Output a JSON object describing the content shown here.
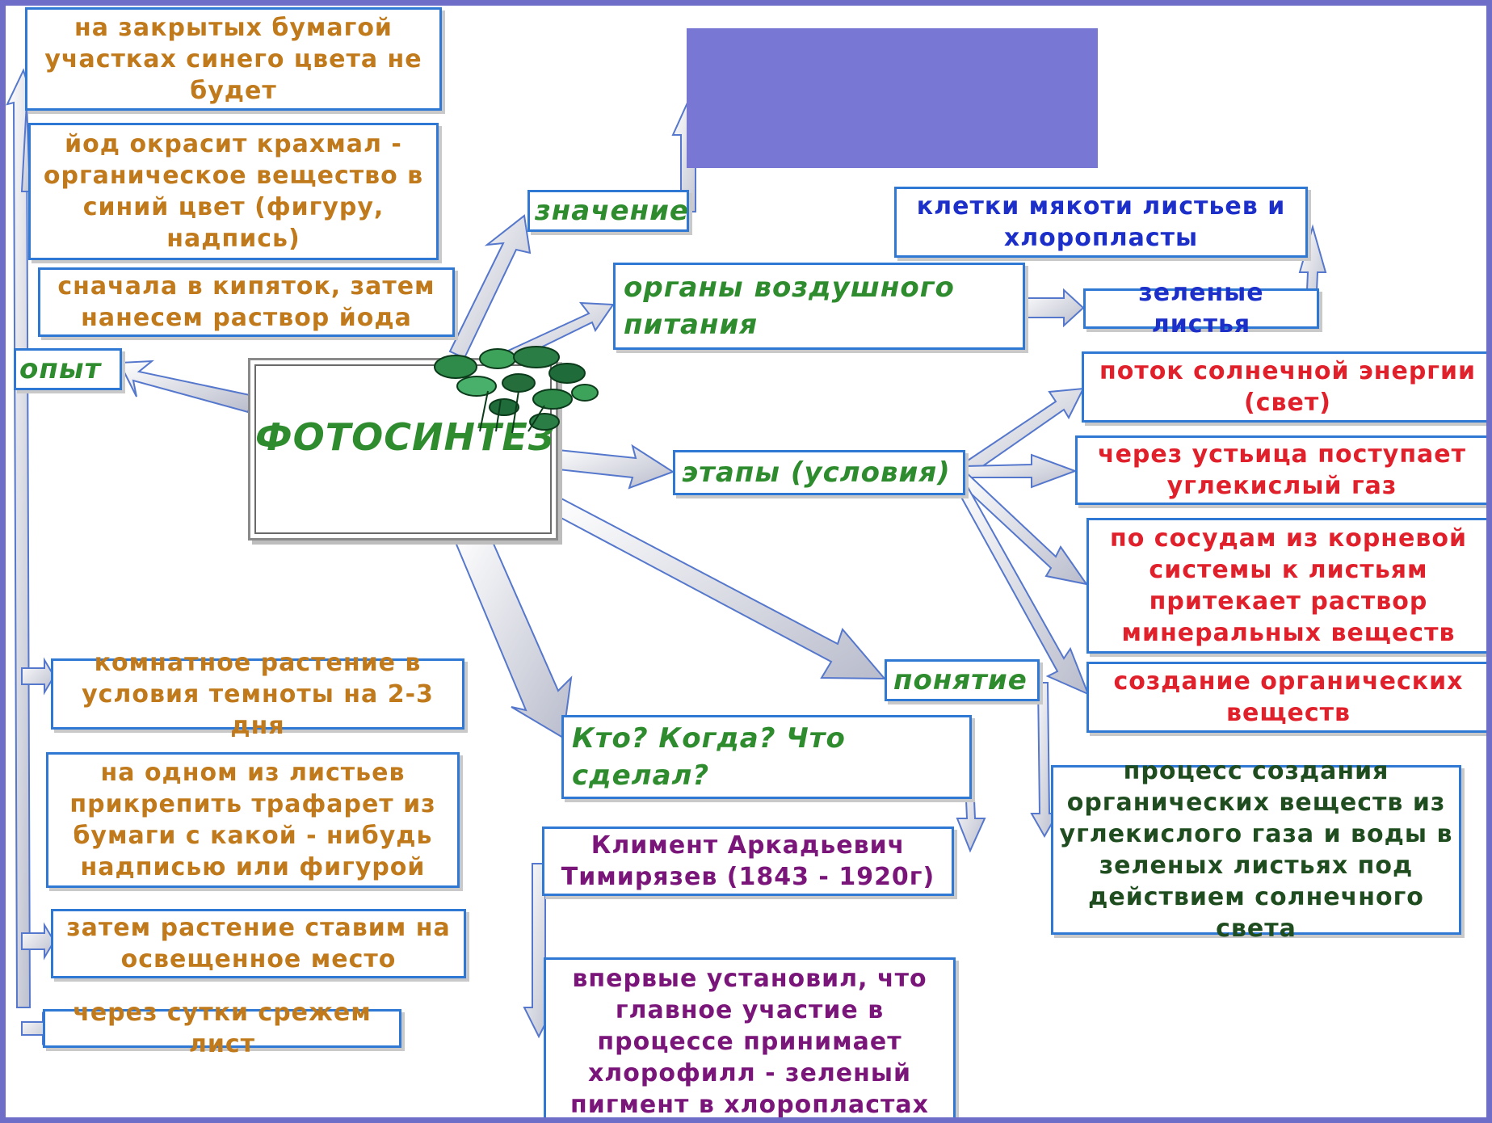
{
  "center": {
    "title": "ФОТОСИНТЕЗ"
  },
  "branches": {
    "opyt": "опыт",
    "znachenie": "значение",
    "organy": "органы воздушного питания",
    "etapy": "этапы (условия)",
    "ponyatie": "понятие",
    "kto": "Кто? Когда? Что сделал?"
  },
  "experiment_results": [
    "на закрытых бумагой участках синего цвета не будет",
    "йод окрасит крахмал - органическое вещество в синий цвет (фигуру, надпись)",
    "сначала в кипяток, затем нанесем раствор йода"
  ],
  "experiment_steps": [
    "комнатное растение в условия темноты на 2-3 дня",
    "на одном из листьев прикрепить трафарет из бумаги с какой - нибудь надписью или фигурой",
    "затем растение ставим на освещенное место",
    "через сутки срежем лист"
  ],
  "organs": {
    "cells": "клетки мякоти листьев и хлоропласты",
    "leaves": "зеленые листья"
  },
  "stages": [
    "поток солнечной энергии (свет)",
    "через устьица поступает углекислый газ",
    "по сосудам из корневой системы к листьям притекает раствор минеральных веществ",
    "создание органических веществ"
  ],
  "concept": "процесс создания органических веществ из углекислого газа и воды в зеленых листьях под действием солнечного света",
  "scientist": {
    "name": "Климент Аркадьевич Тимирязев (1843 - 1920г)",
    "discovery": "впервые установил, что главное участие в процессе принимает хлорофилл - зеленый пигмент в хлоропластах"
  },
  "colors": {
    "frame": "#6e6ec9",
    "box_border": "#2f79d4",
    "arrow_fill": "#e8eaf2",
    "arrow_stroke": "#5577cc"
  }
}
